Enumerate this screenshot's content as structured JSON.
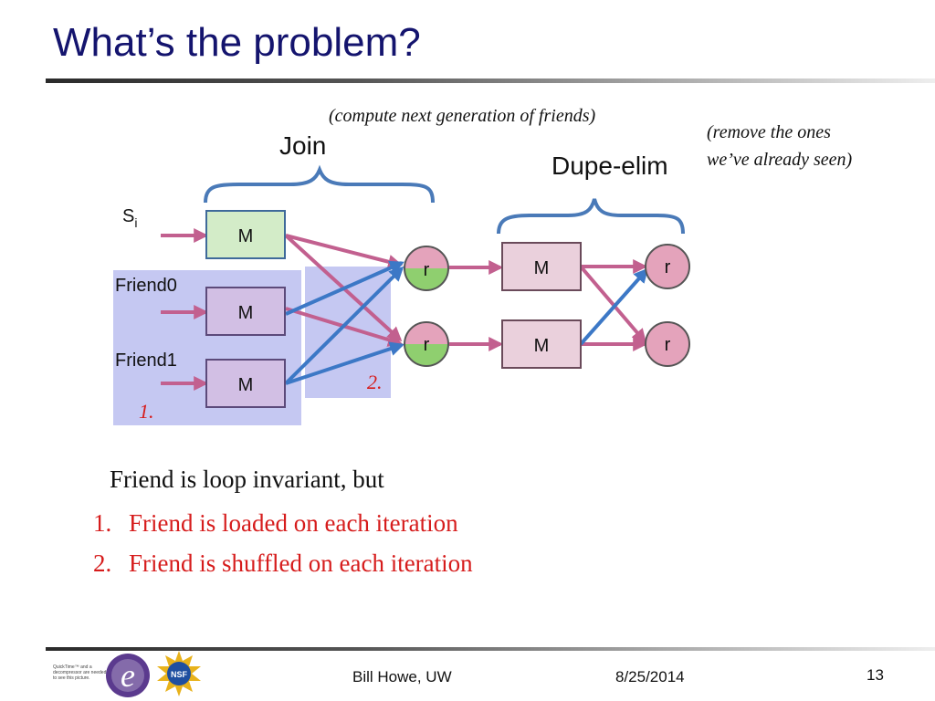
{
  "slide": {
    "title": "What’s the problem?",
    "compute_note": "(compute next generation of friends)",
    "remove_note_line1": "(remove the ones",
    "remove_note_line2": "we’ve already seen)",
    "join_label": "Join",
    "dupe_label": "Dupe-elim"
  },
  "diagram": {
    "input_s": "S",
    "input_s_sub": "i",
    "friend0": "Friend0",
    "friend1": "Friend1",
    "mapper_label": "M",
    "reducer_label": "r",
    "marker1": "1.",
    "marker2": "2."
  },
  "body_text": {
    "intro": "Friend is loop invariant, but",
    "items": [
      {
        "num": "1.",
        "text": "Friend is loaded on each iteration"
      },
      {
        "num": "2.",
        "text": "Friend is shuffled on each iteration"
      }
    ]
  },
  "footer": {
    "author": "Bill Howe, UW",
    "date": "8/25/2014",
    "page": "13",
    "logo_caption": "QuickTime™ and a decompressor are needed to see this picture."
  },
  "colors": {
    "title": "#14146e",
    "emphasis_red": "#d61c1c",
    "pink_arrow": "#c2608f",
    "blue_arrow": "#3c78c6",
    "brace_blue": "#4a7ab8",
    "highlight_region": "#c5c8f2",
    "join_mapper_green": "#d3ecc8",
    "join_mapper_purple": "#d2bfe4",
    "dupe_box_pink": "#ead0dc",
    "reducer_pink": "#e4a3bb"
  }
}
